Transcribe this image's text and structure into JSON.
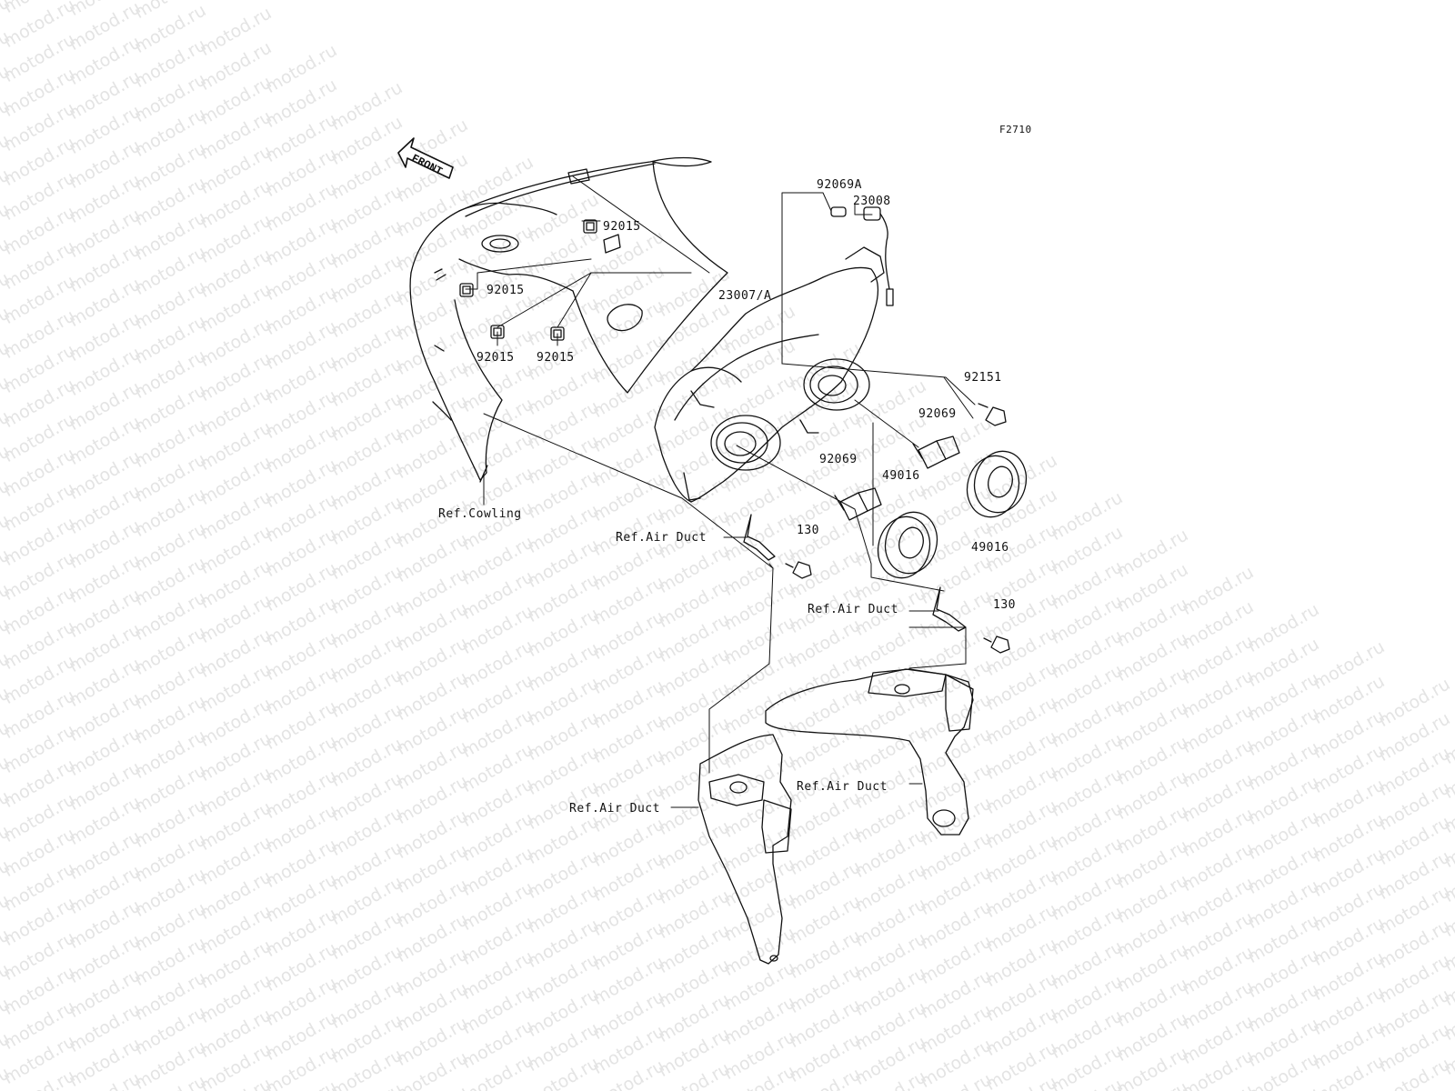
{
  "figure_code": "F2710",
  "front_arrow": "FRONT",
  "watermark_text": "motod.ru",
  "parts": {
    "p92069A": "92069A",
    "p23008": "23008",
    "p92015_a": "92015",
    "p92015_b": "92015",
    "p92015_c": "92015",
    "p92015_d": "92015",
    "p23007A": "23007/A",
    "p92151": "92151",
    "p92069_a": "92069",
    "p92069_b": "92069",
    "p49016_a": "49016",
    "p49016_b": "49016",
    "p130_a": "130",
    "p130_b": "130"
  },
  "refs": {
    "cowling": "Ref.Cowling",
    "air_duct_1": "Ref.Air Duct",
    "air_duct_2": "Ref.Air Duct",
    "air_duct_3": "Ref.Air Duct",
    "air_duct_4": "Ref.Air Duct"
  },
  "colors": {
    "line": "#111111",
    "watermark": "#e4e4e4",
    "background": "#ffffff"
  }
}
